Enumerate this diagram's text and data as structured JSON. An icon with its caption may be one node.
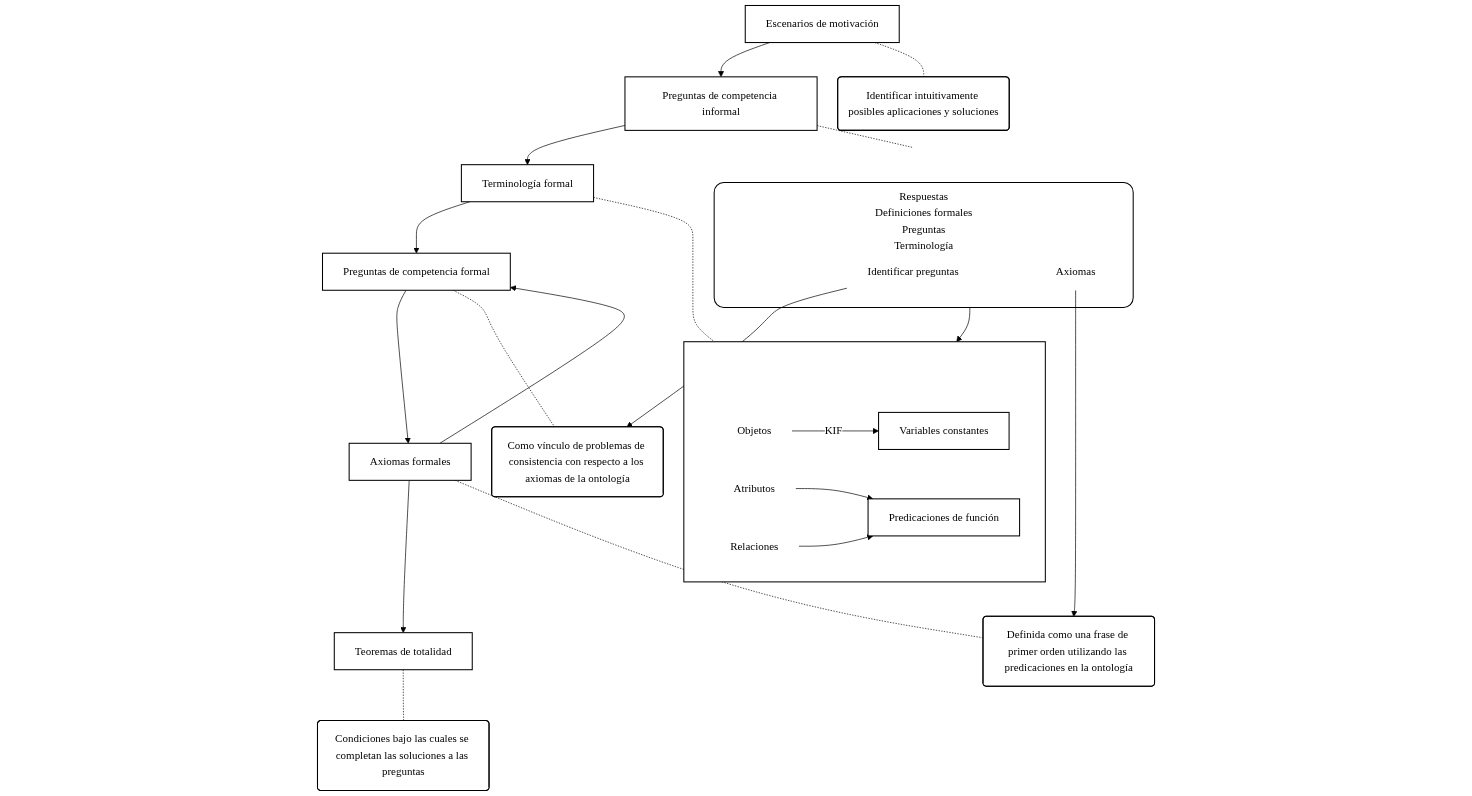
{
  "diagram": {
    "nodes": [
      {
        "text": [
          "Escenarios de motivación"
        ]
      },
      {
        "text": [
          "Preguntas de competencia informal"
        ]
      },
      {
        "text": [
          "Terminología formal"
        ]
      },
      {
        "text": [
          "Preguntas de competencia formal"
        ]
      },
      {
        "text": [
          "Axiomas formales"
        ]
      },
      {
        "text": [
          "Teoremas de totalidad"
        ]
      },
      {
        "text": [
          "Identificar intuitivamente posibles aplicaciones y soluciones"
        ]
      },
      {
        "text": [
          "Como vínculo de problemas de consistencia con respecto a los axiomas de la ontología"
        ]
      },
      {
        "text": [
          "Condiciones bajo las cuales se completan las soluciones a las preguntas"
        ]
      },
      {
        "text": [
          "Respuestas",
          "Definiciones formales",
          "Preguntas",
          "Terminología"
        ]
      },
      {
        "text": [
          "Identificar preguntas"
        ],
        "in": 9
      },
      {
        "text": [
          "Axiomas"
        ],
        "in": 9
      },
      {
        "text": [
          "Definida como una frase de primer orden utilizando las predicaciones en la ontología"
        ]
      },
      {
        "text": [],
        "shape": "box"
      },
      {
        "text": [
          "Objetos"
        ],
        "in": 13
      },
      {
        "text": [
          "Variables constantes"
        ],
        "in": 13
      },
      {
        "text": [
          "Atributos"
        ],
        "in": 13
      },
      {
        "text": [
          "Relaciones"
        ],
        "in": 13
      },
      {
        "text": [
          "Predicaciones de función"
        ],
        "in": 13
      }
    ],
    "edges": [
      {
        "from": 0,
        "to": 1,
        "arrow": "to"
      },
      {
        "from": 1,
        "to": 2,
        "arrow": "to"
      },
      {
        "from": 2,
        "to": 3,
        "arrow": "to"
      },
      {
        "from": 3,
        "to": 4,
        "arrow": "to"
      },
      {
        "from": 4,
        "to": 3,
        "arrow": "to"
      },
      {
        "from": 4,
        "to": 5,
        "arrow": "to"
      },
      {
        "from": 0,
        "to": 6,
        "arrow": "none",
        "style": "dashed"
      },
      {
        "from": 1,
        "to": 9,
        "arrow": "none",
        "style": "dashed"
      },
      {
        "from": 2,
        "to": 13,
        "arrow": "none",
        "style": "dashed"
      },
      {
        "from": 3,
        "to": 7,
        "arrow": "none",
        "style": "dashed"
      },
      {
        "from": 4,
        "to": 12,
        "arrow": "none",
        "style": "dashed"
      },
      {
        "from": 5,
        "to": 8,
        "arrow": "none",
        "style": "dashed"
      },
      {
        "from": 10,
        "to": 7,
        "arrow": "to"
      },
      {
        "from": 11,
        "to": 12,
        "arrow": "to"
      },
      {
        "from": 9,
        "to": 13,
        "arrow": "to"
      },
      {
        "from": 14,
        "to": 15,
        "arrow": "to",
        "label": "KIF"
      },
      {
        "from": 16,
        "to": 18,
        "arrow": "to"
      },
      {
        "from": 17,
        "to": 18,
        "arrow": "to"
      }
    ]
  }
}
